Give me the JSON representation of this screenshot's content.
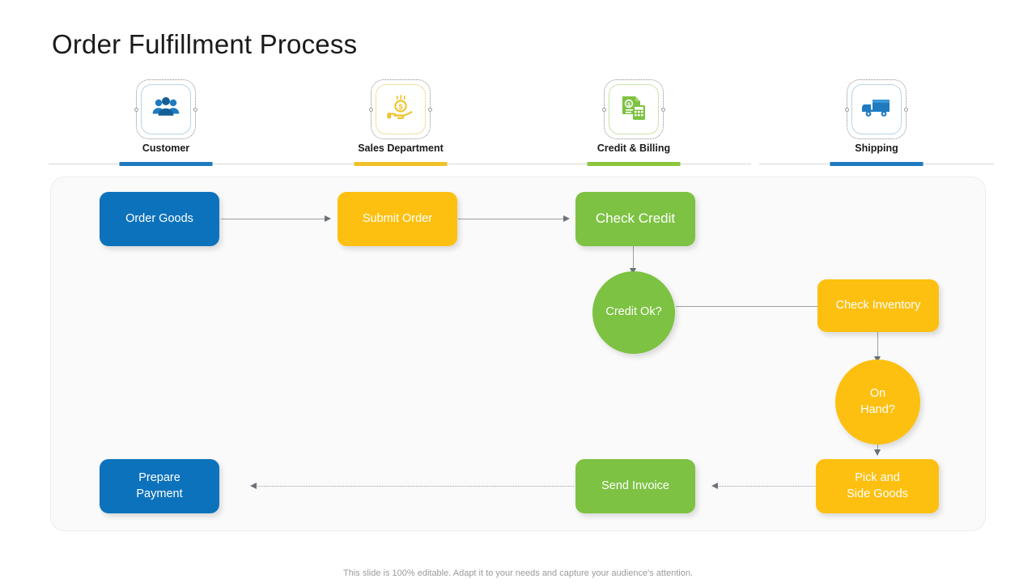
{
  "slide": {
    "title": "Order Fulfillment Process",
    "footer_note": "This slide is 100% editable. Adapt it to your needs and capture your audience's attention."
  },
  "colors": {
    "blue": "#0d72bc",
    "amber": "#fdc010",
    "green": "#7dc242",
    "connector": "#9aa0a6",
    "panel_bg": "#fafafa",
    "panel_border": "#ececec",
    "title_text": "#1a1a1a",
    "footer_text": "#9b9b9b"
  },
  "lanes": [
    {
      "label": "Customer",
      "icon": "people-group-icon",
      "accent": "#1f7ac0",
      "icon_color": "#1f7ac0"
    },
    {
      "label": "Sales Department",
      "icon": "hand-holding-coin-icon",
      "accent": "#f0c228",
      "icon_color": "#f0c228"
    },
    {
      "label": "Credit & Billing",
      "icon": "invoice-calculator-icon",
      "accent": "#8cc63f",
      "icon_color": "#7dc242"
    },
    {
      "label": "Shipping",
      "icon": "delivery-truck-icon",
      "accent": "#1f7ac0",
      "icon_color": "#1f7ac0"
    }
  ],
  "flow": {
    "nodes": [
      {
        "id": "order-goods",
        "label": "Order Goods",
        "shape": "rect",
        "color": "blue",
        "lane": "Customer"
      },
      {
        "id": "submit-order",
        "label": "Submit Order",
        "shape": "rect",
        "color": "amber",
        "lane": "Sales Department"
      },
      {
        "id": "check-credit",
        "label": "Check Credit",
        "shape": "rect",
        "color": "green",
        "lane": "Credit & Billing"
      },
      {
        "id": "credit-ok",
        "label": "Credit Ok?",
        "shape": "circle",
        "color": "green",
        "lane": "Credit & Billing"
      },
      {
        "id": "check-inventory",
        "label": "Check Inventory",
        "shape": "rect",
        "color": "amber",
        "lane": "Shipping"
      },
      {
        "id": "on-hand",
        "label": "On\nHand?",
        "shape": "circle",
        "color": "amber",
        "lane": "Shipping"
      },
      {
        "id": "pick-side-goods",
        "label": "Pick and\nSide Goods",
        "shape": "rect",
        "color": "amber",
        "lane": "Shipping"
      },
      {
        "id": "send-invoice",
        "label": "Send Invoice",
        "shape": "rect",
        "color": "green",
        "lane": "Credit & Billing"
      },
      {
        "id": "prepare-payment",
        "label": "Prepare\nPayment",
        "shape": "rect",
        "color": "blue",
        "lane": "Customer"
      }
    ],
    "edges": [
      {
        "from": "order-goods",
        "to": "submit-order",
        "style": "solid",
        "direction": "right"
      },
      {
        "from": "submit-order",
        "to": "check-credit",
        "style": "solid",
        "direction": "right"
      },
      {
        "from": "check-credit",
        "to": "credit-ok",
        "style": "solid",
        "direction": "down"
      },
      {
        "from": "credit-ok",
        "to": "check-inventory",
        "style": "solid",
        "direction": "right"
      },
      {
        "from": "check-inventory",
        "to": "on-hand",
        "style": "solid",
        "direction": "down"
      },
      {
        "from": "on-hand",
        "to": "pick-side-goods",
        "style": "solid",
        "direction": "down"
      },
      {
        "from": "pick-side-goods",
        "to": "send-invoice",
        "style": "dotted",
        "direction": "left"
      },
      {
        "from": "send-invoice",
        "to": "prepare-payment",
        "style": "dotted",
        "direction": "left"
      }
    ]
  },
  "node_labels": {
    "order_goods": "Order Goods",
    "submit_order": "Submit Order",
    "check_credit": "Check Credit",
    "credit_ok": "Credit Ok?",
    "check_inventory": "Check Inventory",
    "on_hand_line1": "On",
    "on_hand_line2": "Hand?",
    "pick_line1": "Pick and",
    "pick_line2": "Side Goods",
    "send_invoice": "Send Invoice",
    "prepare_line1": "Prepare",
    "prepare_line2": "Payment"
  }
}
